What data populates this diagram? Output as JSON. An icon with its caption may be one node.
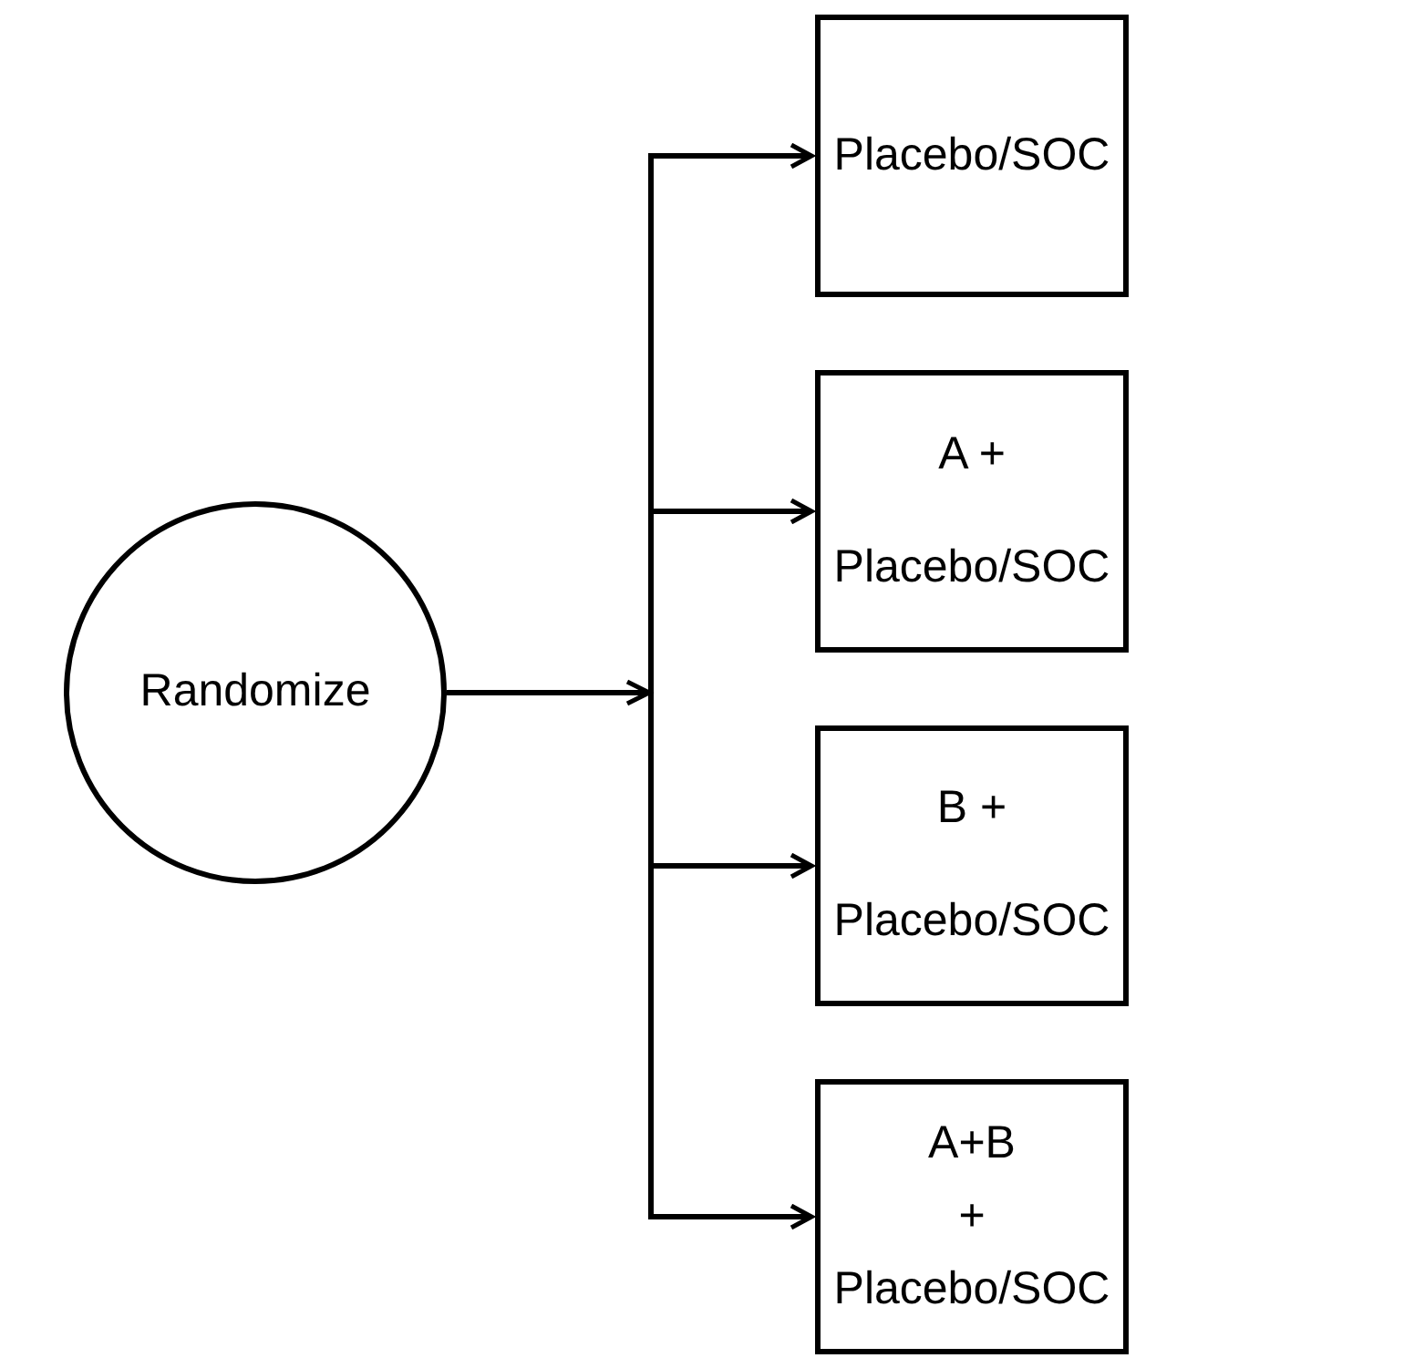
{
  "diagram": {
    "nodes": [
      {
        "text": [
          "Randomize"
        ]
      },
      {
        "text": [
          "Placebo/SOC"
        ]
      },
      {
        "text": [
          "A +",
          "Placebo/SOC"
        ]
      },
      {
        "text": [
          "B +",
          "Placebo/SOC"
        ]
      },
      {
        "text": [
          "A+B",
          "+",
          "Placebo/SOC"
        ]
      }
    ],
    "edges": [
      {
        "from": 0,
        "to": 1,
        "arrow": "to"
      },
      {
        "from": 0,
        "to": 2,
        "arrow": "to"
      },
      {
        "from": 0,
        "to": 3,
        "arrow": "to"
      },
      {
        "from": 0,
        "to": 4,
        "arrow": "to"
      }
    ]
  }
}
